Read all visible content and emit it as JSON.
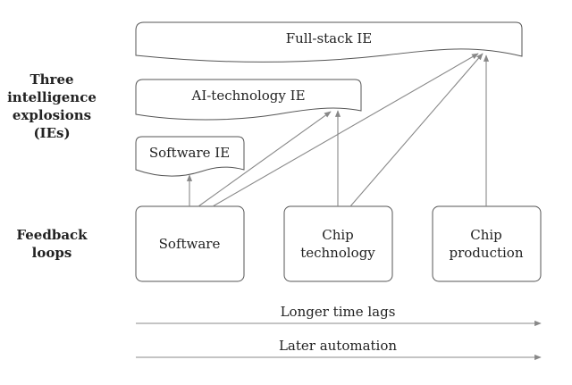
{
  "side_labels": {
    "ies": [
      "Three",
      "intelligence",
      "explosions",
      "(IEs)"
    ],
    "loops": [
      "Feedback",
      "loops"
    ]
  },
  "ies": {
    "full_stack": "Full-stack IE",
    "ai_technology": "AI-technology IE",
    "software": "Software IE"
  },
  "loops": {
    "software": [
      "Software"
    ],
    "chip_technology": [
      "Chip",
      "technology"
    ],
    "chip_production": [
      "Chip",
      "production"
    ]
  },
  "axes": {
    "time_lags": "Longer time lags",
    "automation": "Later automation"
  }
}
